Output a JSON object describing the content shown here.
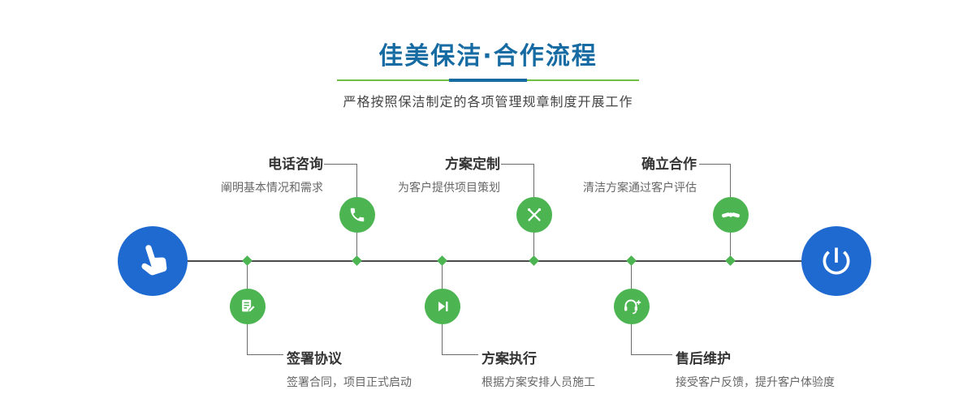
{
  "header": {
    "title": "佳美保洁·合作流程",
    "subtitle": "严格按照保洁制定的各项管理规章制度开展工作"
  },
  "timeline": {
    "start_icon": "pointing-hand-icon",
    "end_icon": "power-icon"
  },
  "steps": {
    "top": [
      {
        "title": "电话咨询",
        "desc": "阐明基本情况和需求",
        "icon": "phone-icon"
      },
      {
        "title": "方案定制",
        "desc": "为客户提供项目策划",
        "icon": "design-tools-icon"
      },
      {
        "title": "确立合作",
        "desc": "清洁方案通过客户评估",
        "icon": "handshake-icon"
      }
    ],
    "bottom": [
      {
        "title": "签署协议",
        "desc": "签署合同，项目正式启动",
        "icon": "contract-icon"
      },
      {
        "title": "方案执行",
        "desc": "根据方案安排人员施工",
        "icon": "play-icon"
      },
      {
        "title": "售后维护",
        "desc": "接受客户反馈，提升客户体验度",
        "icon": "headset-icon"
      }
    ]
  },
  "colors": {
    "title_blue": "#176ba3",
    "underline_green": "#6fbf43",
    "node_green": "#4cb551",
    "endpoint_blue": "#1f6ad1",
    "line_dark": "#4a4a4a",
    "text_dark": "#333333",
    "text_muted": "#666666"
  }
}
